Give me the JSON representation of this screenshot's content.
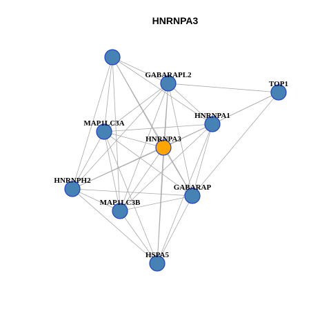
{
  "title": "HNRNPA3",
  "colors": {
    "node_fill": "#4682b4",
    "center_fill": "#ffa500",
    "node_stroke": "#1f3fcf",
    "edge": "#a8a8a8"
  },
  "nodes": [
    {
      "id": "n0",
      "label": ""
    },
    {
      "id": "GABARAPL2",
      "label": "GABARAPL2"
    },
    {
      "id": "TOP1",
      "label": "TOP1"
    },
    {
      "id": "HNRNPA1",
      "label": "HNRNPA1"
    },
    {
      "id": "MAP1LC3A",
      "label": "MAP1LC3A"
    },
    {
      "id": "HNRNPA3",
      "label": "HNRNPA3",
      "center": true
    },
    {
      "id": "HNRNPH2",
      "label": "HNRNPH2"
    },
    {
      "id": "GABARAP",
      "label": "GABARAP"
    },
    {
      "id": "MAP1LC3B",
      "label": "MAP1LC3B"
    },
    {
      "id": "HSPA5",
      "label": "HSPA5"
    }
  ],
  "edges": [
    [
      "n0",
      "GABARAPL2"
    ],
    [
      "n0",
      "MAP1LC3A"
    ],
    [
      "n0",
      "HNRNPH2"
    ],
    [
      "n0",
      "HNRNPA3"
    ],
    [
      "n0",
      "GABARAP"
    ],
    [
      "n0",
      "MAP1LC3B"
    ],
    [
      "n0",
      "HNRNPA1"
    ],
    [
      "GABARAPL2",
      "TOP1"
    ],
    [
      "GABARAPL2",
      "HNRNPA1"
    ],
    [
      "GABARAPL2",
      "MAP1LC3A"
    ],
    [
      "GABARAPL2",
      "HNRNPH2"
    ],
    [
      "GABARAPL2",
      "MAP1LC3B"
    ],
    [
      "GABARAPL2",
      "GABARAP"
    ],
    [
      "GABARAPL2",
      "HSPA5"
    ],
    [
      "GABARAPL2",
      "HNRNPA3"
    ],
    [
      "TOP1",
      "HNRNPA1"
    ],
    [
      "TOP1",
      "HNRNPA3"
    ],
    [
      "TOP1",
      "GABARAP"
    ],
    [
      "HNRNPA1",
      "MAP1LC3A"
    ],
    [
      "HNRNPA1",
      "HNRNPH2"
    ],
    [
      "HNRNPA1",
      "GABARAP"
    ],
    [
      "HNRNPA1",
      "MAP1LC3B"
    ],
    [
      "HNRNPA1",
      "HSPA5"
    ],
    [
      "MAP1LC3A",
      "HNRNPH2"
    ],
    [
      "MAP1LC3A",
      "GABARAP"
    ],
    [
      "MAP1LC3A",
      "MAP1LC3B"
    ],
    [
      "MAP1LC3A",
      "HSPA5"
    ],
    [
      "MAP1LC3A",
      "HNRNPA3"
    ],
    [
      "HNRNPA3",
      "HNRNPH2"
    ],
    [
      "HNRNPA3",
      "MAP1LC3B"
    ],
    [
      "HNRNPA3",
      "HSPA5"
    ],
    [
      "HNRNPA3",
      "GABARAP"
    ],
    [
      "HNRNPH2",
      "MAP1LC3B"
    ],
    [
      "HNRNPH2",
      "GABARAP"
    ],
    [
      "HNRNPH2",
      "HSPA5"
    ],
    [
      "GABARAP",
      "MAP1LC3B"
    ],
    [
      "GABARAP",
      "HSPA5"
    ],
    [
      "MAP1LC3B",
      "HSPA5"
    ]
  ]
}
